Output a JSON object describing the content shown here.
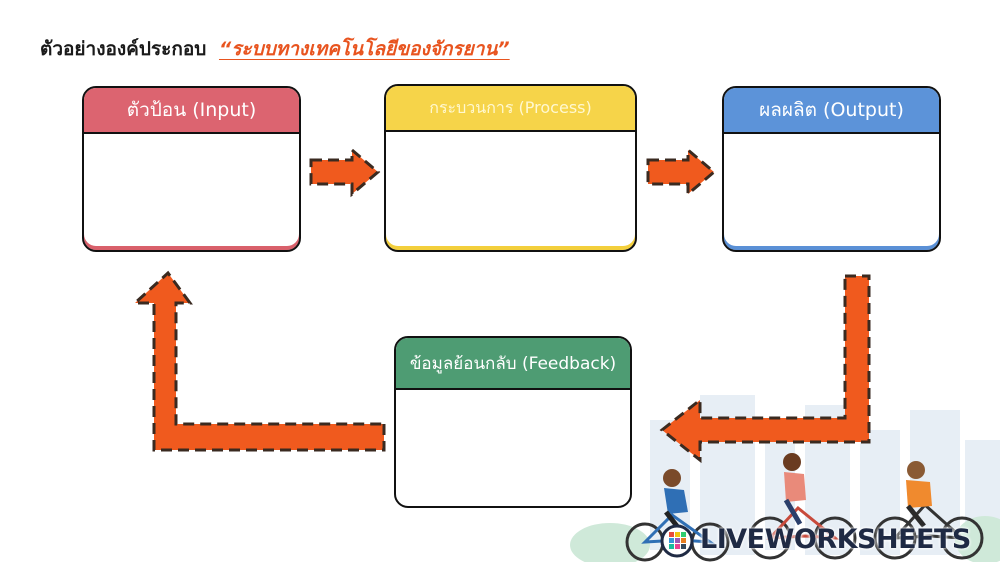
{
  "title": {
    "prefix": "ตัวอย่างองค์ประกอบ",
    "highlight": "“ระบบทางเทคโนโลยีของจักรยาน”"
  },
  "boxes": {
    "input": "ตัวป้อน (Input)",
    "process": "กระบวนการ (Process)",
    "output": "ผลผลิต (Output)",
    "feedback": "ข้อมูลย้อนกลับ (Feedback)"
  },
  "watermark": {
    "brand": "LIVEWORKSHEETS"
  },
  "colors": {
    "arrow": "#f05a1e",
    "input": "#dc6470",
    "process": "#f6d449",
    "output": "#5c93d9",
    "feedback": "#4e9c73",
    "title_highlight": "#e8541f"
  }
}
